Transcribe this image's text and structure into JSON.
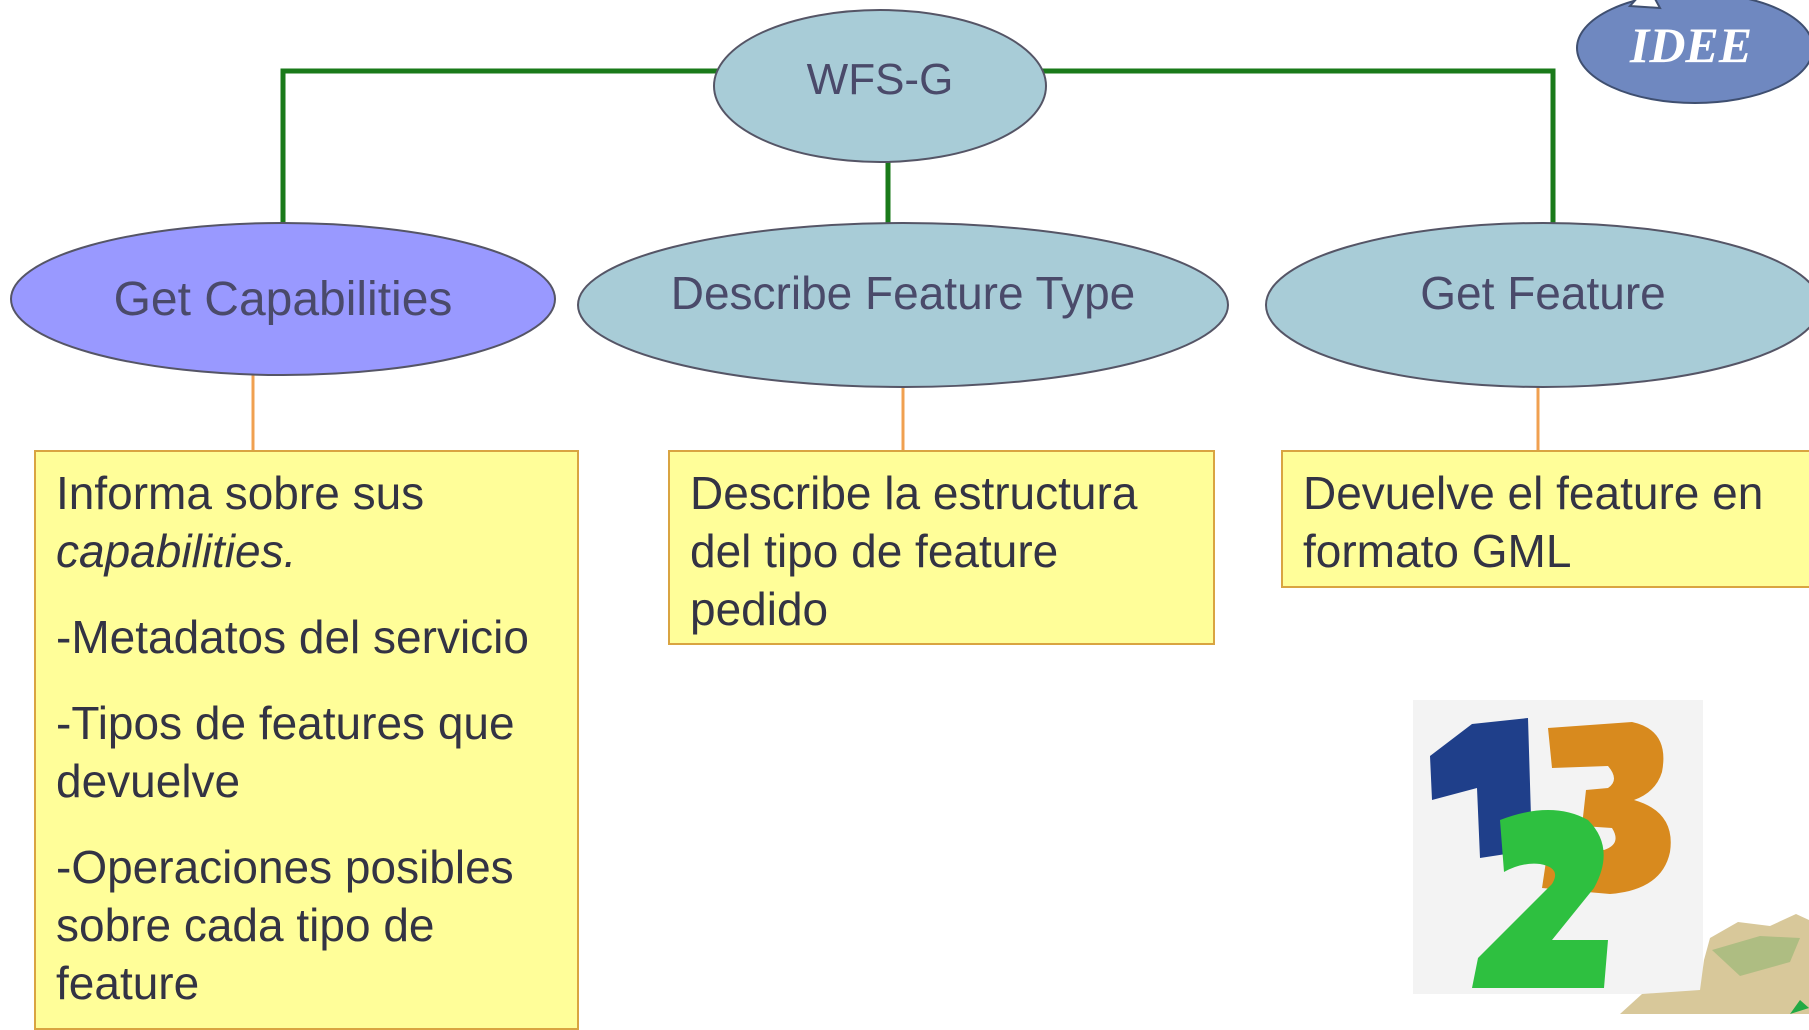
{
  "diagram": {
    "root": {
      "label": "WFS-G"
    },
    "operations": [
      {
        "label": "Get Capabilities",
        "fill": "#9999ff"
      },
      {
        "label": "Describe Feature Type",
        "fill": "#a8ccd7"
      },
      {
        "label": "Get Feature",
        "fill": "#a8ccd7"
      }
    ],
    "descriptions": {
      "get_capabilities": {
        "line1": "Informa sobre sus",
        "line2": "capabilities.",
        "item1": "-Metadatos del servicio",
        "item2": "-Tipos de features que devuelve",
        "item3": "-Operaciones posibles sobre cada tipo de feature"
      },
      "describe_feature_type": "Describe la estructura del tipo de feature pedido",
      "get_feature": "Devuelve el feature en formato GML"
    }
  },
  "logo": {
    "text": "IDEE",
    "fill": "#6f88c0"
  },
  "colors": {
    "connector_green": "#1a7a1a",
    "connector_orange": "#f0a050",
    "box_fill": "#fffe99",
    "box_border": "#d9a441"
  }
}
